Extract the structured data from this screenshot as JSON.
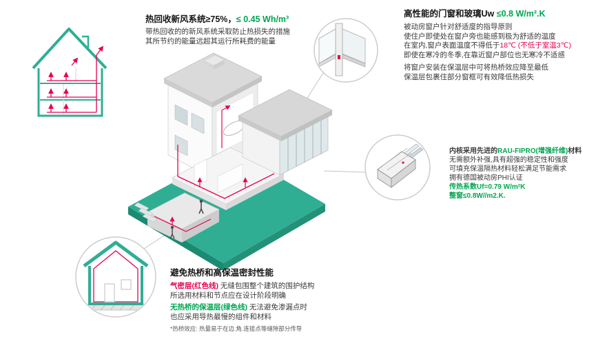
{
  "colors": {
    "teal": "#2fae94",
    "green": "#00a651",
    "red": "#e50051",
    "text": "#3a3a3a",
    "leader_gray": "#c4c4c4"
  },
  "icons": [
    "heat-recovery-house-icon",
    "isometric-house-illustration",
    "window-corner-detail-circle",
    "window-profile-detail-circle",
    "insulation-section-circle"
  ],
  "blocks": {
    "heat_recovery": {
      "title_main": "热回收新风系统≥75%，",
      "title_value": "≤ 0.45 Wh/m³",
      "line1": "带热回收的的新风系统采取防止热损失的措施",
      "line2": "其所节约的能量远超其运行所耗费的能量"
    },
    "windows": {
      "title_main": "高性能的门窗和玻璃Uw ",
      "title_value": "≤0.8 W/m².K",
      "line1": "被动房窗户针对舒适度的指导原则",
      "line2": "使住户即使处在窗户旁也能感到极为舒适的温度",
      "line3_black": "在室内,窗户表面温度不得低于",
      "line3_red": "18℃ (不低于室温3℃)",
      "line4": "即使在寒冷的冬季,在靠近窗户部位也无寒冷不适感",
      "line5": "将窗户安装在保温层中可将热桥效应降至最低",
      "line6": "保温层包裹住部分窗框可有效降低热损失"
    },
    "profile": {
      "line1_a": "内核采用先进的",
      "line1_b": "RAU-FIPRO(增强纤维)",
      "line1_c": "材料",
      "line2": "无需额外补强,具有超强的稳定性和强度",
      "line3": "可填充保温隔热材料轻松满足节能需求",
      "line4": "拥有德国被动房PHI认证",
      "line5": "传热系数Uf=0.79 W/m²K",
      "line6": "整窗≤0.8W//m2.K."
    },
    "thermal_bridge": {
      "title": "避免热桥和高保温密封性能",
      "line1_red": "气密层(红色线)",
      "line1_rest": " 无缝包围整个建筑的围护结构",
      "line2": "所选用材料和节点应在设计阶段明确",
      "line3_green": "无热桥的保温层(绿色线)",
      "line3_rest": " 无法避免渗漏点时",
      "line4": "也应采用导热最慢的组件和材料",
      "footnote": "*热桥效应: 热量易于在边.角.连接点等缝隙部分传导"
    }
  }
}
